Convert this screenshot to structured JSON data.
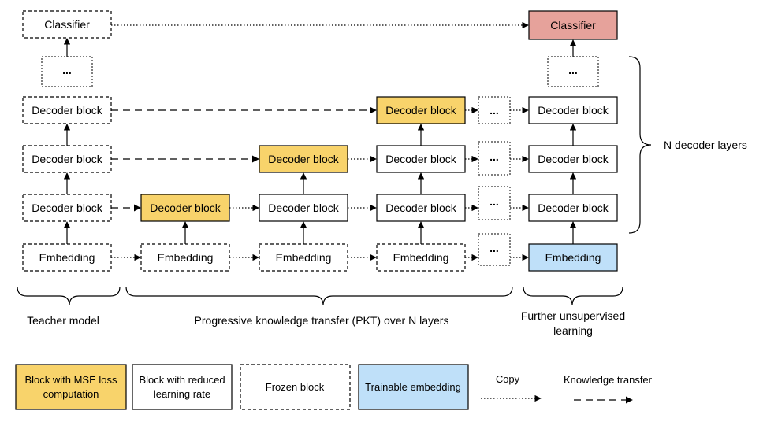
{
  "colors": {
    "mse_block": "#f8d36b",
    "trainable_embedding": "#bfe0f9",
    "classifier_trainable": "#e6a29b",
    "reduced_lr_block": "#ffffff",
    "frozen_block": "#ffffff",
    "stroke": "#000000"
  },
  "blocks": {
    "classifier": "Classifier",
    "decoder": "Decoder block",
    "embedding": "Embedding",
    "ellipsis": "..."
  },
  "labels": {
    "teacher": "Teacher model",
    "pkt": "Progressive knowledge transfer (PKT) over N layers",
    "further_line1": "Further unsupervised",
    "further_line2": "learning",
    "n_layers": "N decoder layers"
  },
  "legend": {
    "mse_line1": "Block with MSE loss",
    "mse_line2": "computation",
    "reduced_line1": "Block with reduced",
    "reduced_line2": "learning rate",
    "frozen": "Frozen block",
    "trainable": "Trainable embedding",
    "copy": "Copy",
    "knowledge_transfer": "Knowledge transfer"
  }
}
